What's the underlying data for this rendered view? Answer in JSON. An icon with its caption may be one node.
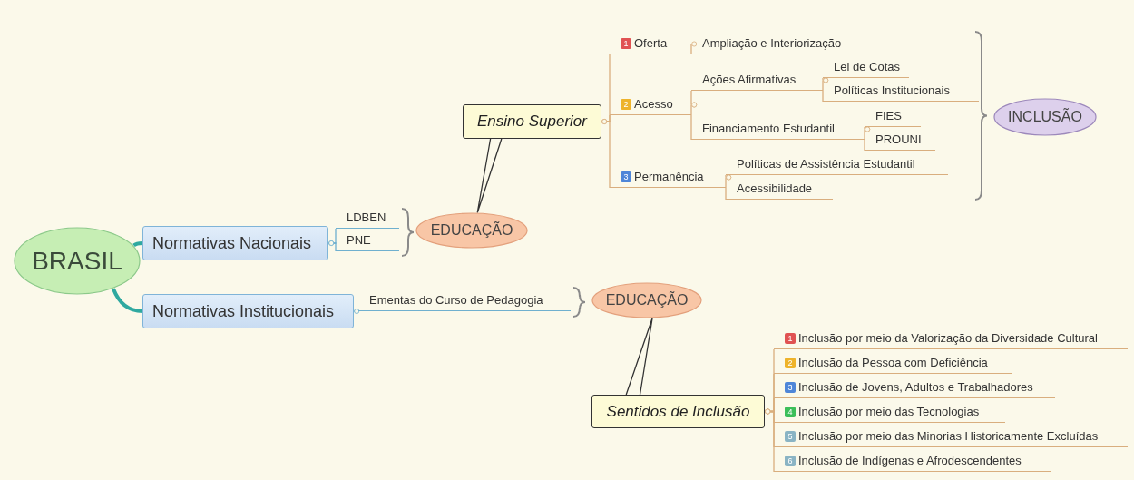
{
  "diagram": {
    "nodes": [
      {
        "text": [
          "BRASIL"
        ]
      },
      {
        "text": [
          "Normativas Nacionais"
        ]
      },
      {
        "text": [
          "Normativas Institucionais"
        ]
      },
      {
        "text": [
          "LDBEN"
        ]
      },
      {
        "text": [
          "PNE"
        ]
      },
      {
        "text": [
          "EDUCAÇÃO"
        ]
      },
      {
        "text": [
          "Ensino Superior"
        ]
      },
      {
        "text": [
          "1",
          "Oferta"
        ]
      },
      {
        "text": [
          "Ampliação e Interiorização"
        ]
      },
      {
        "text": [
          "2",
          "Acesso"
        ]
      },
      {
        "text": [
          "Ações Afirmativas"
        ]
      },
      {
        "text": [
          "Lei de Cotas"
        ]
      },
      {
        "text": [
          "Políticas Institucionais"
        ]
      },
      {
        "text": [
          "Financiamento Estudantil"
        ]
      },
      {
        "text": [
          "FIES"
        ]
      },
      {
        "text": [
          "PROUNI"
        ]
      },
      {
        "text": [
          "3",
          "Permanência"
        ]
      },
      {
        "text": [
          "Políticas de Assistência Estudantil"
        ]
      },
      {
        "text": [
          "Acessibilidade"
        ]
      },
      {
        "text": [
          "INCLUSÃO"
        ]
      },
      {
        "text": [
          "Ementas do Curso de Pedagogia"
        ]
      },
      {
        "text": [
          "EDUCAÇÃO"
        ]
      },
      {
        "text": [
          "Sentidos de Inclusão"
        ]
      },
      {
        "text": [
          "1",
          "Inclusão por meio da Valorização da Diversidade Cultural"
        ]
      },
      {
        "text": [
          "2",
          "Inclusão da Pessoa com Deficiência"
        ]
      },
      {
        "text": [
          "3",
          "Inclusão de Jovens, Adultos e Trabalhadores"
        ]
      },
      {
        "text": [
          "4",
          "Inclusão por meio das Tecnologias"
        ]
      },
      {
        "text": [
          "5",
          "Inclusão por meio das Minorias Historicamente Excluídas"
        ]
      },
      {
        "text": [
          "6",
          "Inclusão de Indígenas e Afrodescendentes"
        ]
      }
    ],
    "edges": [
      {
        "from": 0,
        "to": 1,
        "arrow": "none",
        "style": "thick",
        "color": "#2fa9a0"
      },
      {
        "from": 0,
        "to": 2,
        "arrow": "none",
        "style": "thick",
        "color": "#2fa9a0"
      },
      {
        "from": 1,
        "to": 3,
        "arrow": "other",
        "color": "#6fb0cf"
      },
      {
        "from": 1,
        "to": 4,
        "arrow": "other",
        "color": "#6fb0cf"
      },
      {
        "from": 6,
        "to": 5,
        "arrow": "none",
        "color": "#333333"
      },
      {
        "from": 6,
        "to": 7,
        "arrow": "other"
      },
      {
        "from": 7,
        "to": 8,
        "arrow": "other"
      },
      {
        "from": 6,
        "to": 9,
        "arrow": "other"
      },
      {
        "from": 9,
        "to": 10,
        "arrow": "other"
      },
      {
        "from": 10,
        "to": 11,
        "arrow": "other"
      },
      {
        "from": 10,
        "to": 12,
        "arrow": "other"
      },
      {
        "from": 9,
        "to": 13,
        "arrow": "other"
      },
      {
        "from": 13,
        "to": 14,
        "arrow": "other"
      },
      {
        "from": 13,
        "to": 15,
        "arrow": "other"
      },
      {
        "from": 6,
        "to": 16,
        "arrow": "other"
      },
      {
        "from": 16,
        "to": 17,
        "arrow": "other"
      },
      {
        "from": 16,
        "to": 18,
        "arrow": "other"
      },
      {
        "from": 2,
        "to": 20,
        "arrow": "other",
        "color": "#6fb0cf"
      },
      {
        "from": 22,
        "to": 21,
        "arrow": "none",
        "color": "#333333"
      },
      {
        "from": 22,
        "to": 23,
        "arrow": "other"
      },
      {
        "from": 22,
        "to": 24,
        "arrow": "other"
      },
      {
        "from": 22,
        "to": 25,
        "arrow": "other"
      },
      {
        "from": 22,
        "to": 26,
        "arrow": "other"
      },
      {
        "from": 22,
        "to": 27,
        "arrow": "other"
      },
      {
        "from": 22,
        "to": 28,
        "arrow": "other"
      }
    ]
  }
}
